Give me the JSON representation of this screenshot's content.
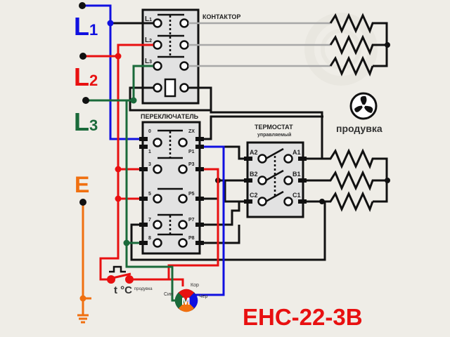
{
  "title": "ЕНС-22-3В",
  "phases": [
    {
      "name": "L",
      "index": "1",
      "color": "#1010e0"
    },
    {
      "name": "L",
      "index": "2",
      "color": "#e81010"
    },
    {
      "name": "L",
      "index": "3",
      "color": "#1a6a3a"
    }
  ],
  "earth": {
    "label": "E",
    "color": "#f07010"
  },
  "contactor": {
    "title": "КОНТАКТОР",
    "terminals": [
      {
        "name": "L",
        "index": "1"
      },
      {
        "name": "L",
        "index": "2"
      },
      {
        "name": "L",
        "index": "3"
      }
    ]
  },
  "switch": {
    "title": "ПЕРЕКЛЮЧАТЕЛЬ",
    "left_labels": [
      "0",
      "1",
      "3",
      "5",
      "7",
      "8"
    ],
    "right_labels": [
      "ZX",
      "P1",
      "P3",
      "P5",
      "P7",
      "P8"
    ]
  },
  "thermostat": {
    "title": "ТЕРМОСТАТ",
    "subtitle": "управляемый",
    "left_labels": [
      "A2",
      "B2",
      "C2"
    ],
    "right_labels": [
      "A1",
      "B1",
      "C1"
    ]
  },
  "fan": {
    "label": "продувка"
  },
  "thermal_switch": {
    "label": "t °C",
    "sublabel": "продувка"
  },
  "motor": {
    "label": "M",
    "wire_labels": {
      "red": "Кор",
      "blue": "Чер",
      "green": "Син"
    }
  },
  "colors": {
    "blue": "#1010e0",
    "red": "#e81010",
    "green": "#1a6a3a",
    "orange": "#f07010",
    "black": "#111111",
    "grey_wire": "#a8a8a8",
    "panel": "#e2e2e2"
  }
}
